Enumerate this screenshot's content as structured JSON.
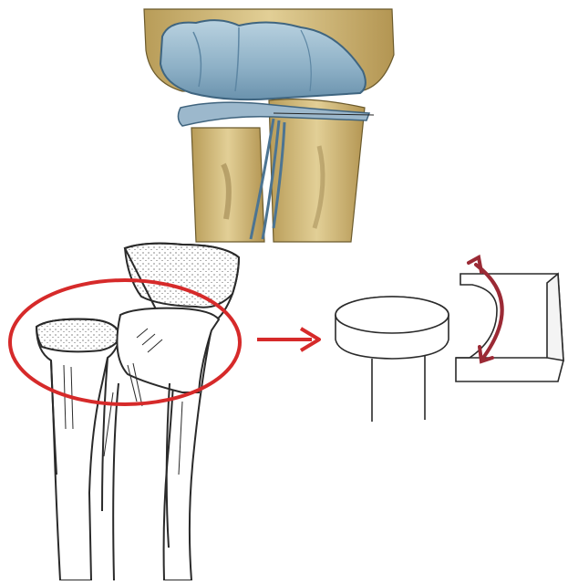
{
  "figure": {
    "panels": [
      {
        "id": "anatomical-illustration",
        "description_key": "proximal-radioulnar-joint"
      },
      {
        "id": "bone-line-drawing"
      },
      {
        "id": "pivot-joint-model"
      }
    ],
    "colors": {
      "bone": "#d9c48a",
      "bone_shadow": "#a88f4e",
      "cartilage": "#8fb2c8",
      "cartilage_dark": "#5d86a3",
      "ligament": "#9cb8cc",
      "highlight_circle": "#d62a2a",
      "arrow": "#d62a2a",
      "rotation_arrow": "#9b2a35",
      "ink": "#2a2a2a"
    },
    "icons": {
      "pointer": "right-arrow-icon",
      "rotation": "curved-double-arrow-icon"
    }
  }
}
